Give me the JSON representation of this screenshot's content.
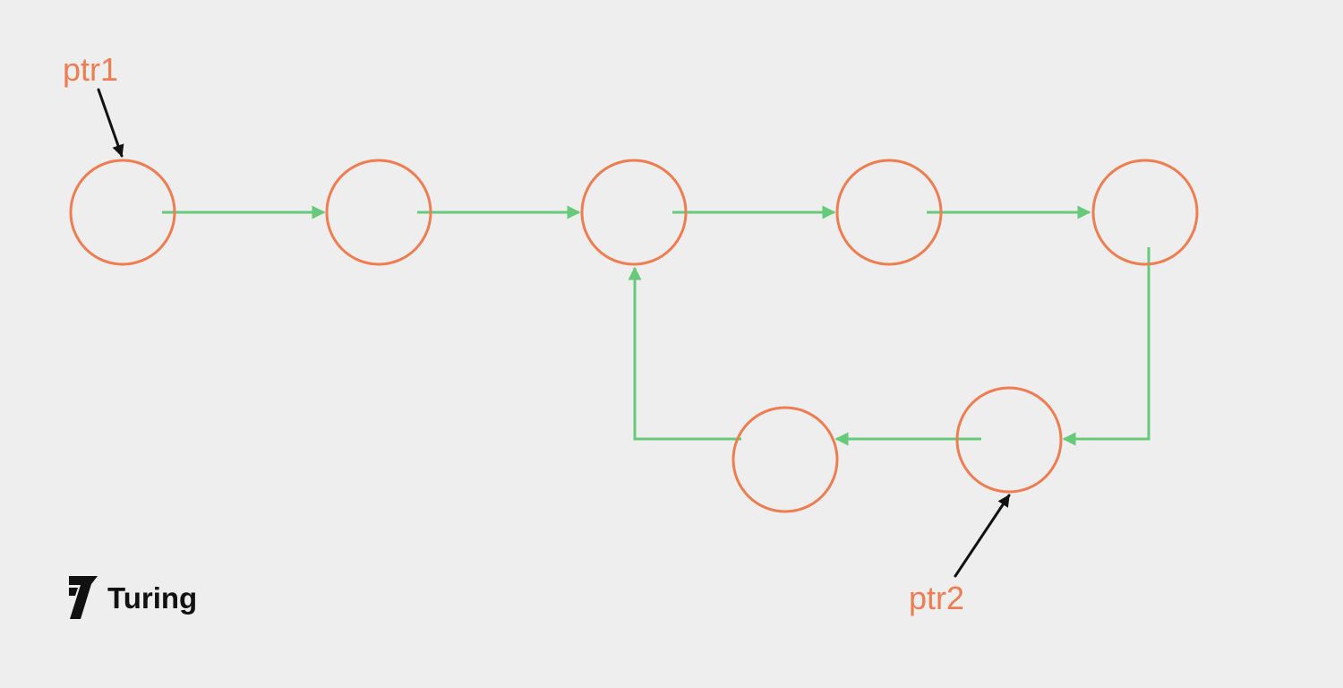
{
  "diagram": {
    "title": "",
    "nodes": [
      "node-1",
      "node-2",
      "node-3",
      "node-4",
      "node-5",
      "node-6",
      "node-7"
    ],
    "edges": [
      [
        "node-1",
        "node-2"
      ],
      [
        "node-2",
        "node-3"
      ],
      [
        "node-3",
        "node-4"
      ],
      [
        "node-4",
        "node-5"
      ],
      [
        "node-5",
        "node-6"
      ],
      [
        "node-6",
        "node-7"
      ],
      [
        "node-7",
        "node-3"
      ]
    ],
    "pointers": {
      "ptr1": {
        "label": "ptr1",
        "target": "node-1"
      },
      "ptr2": {
        "label": "ptr2",
        "target": "node-6"
      }
    }
  },
  "brand": {
    "name": "Turing",
    "icon": "turing-logo-icon"
  },
  "colors": {
    "background": "#efeeee",
    "node_stroke": "#ee7d52",
    "link_stroke": "#67c97a",
    "label_text": "#ee7d52",
    "pointer_arrow": "#111111",
    "logo": "#111111"
  }
}
